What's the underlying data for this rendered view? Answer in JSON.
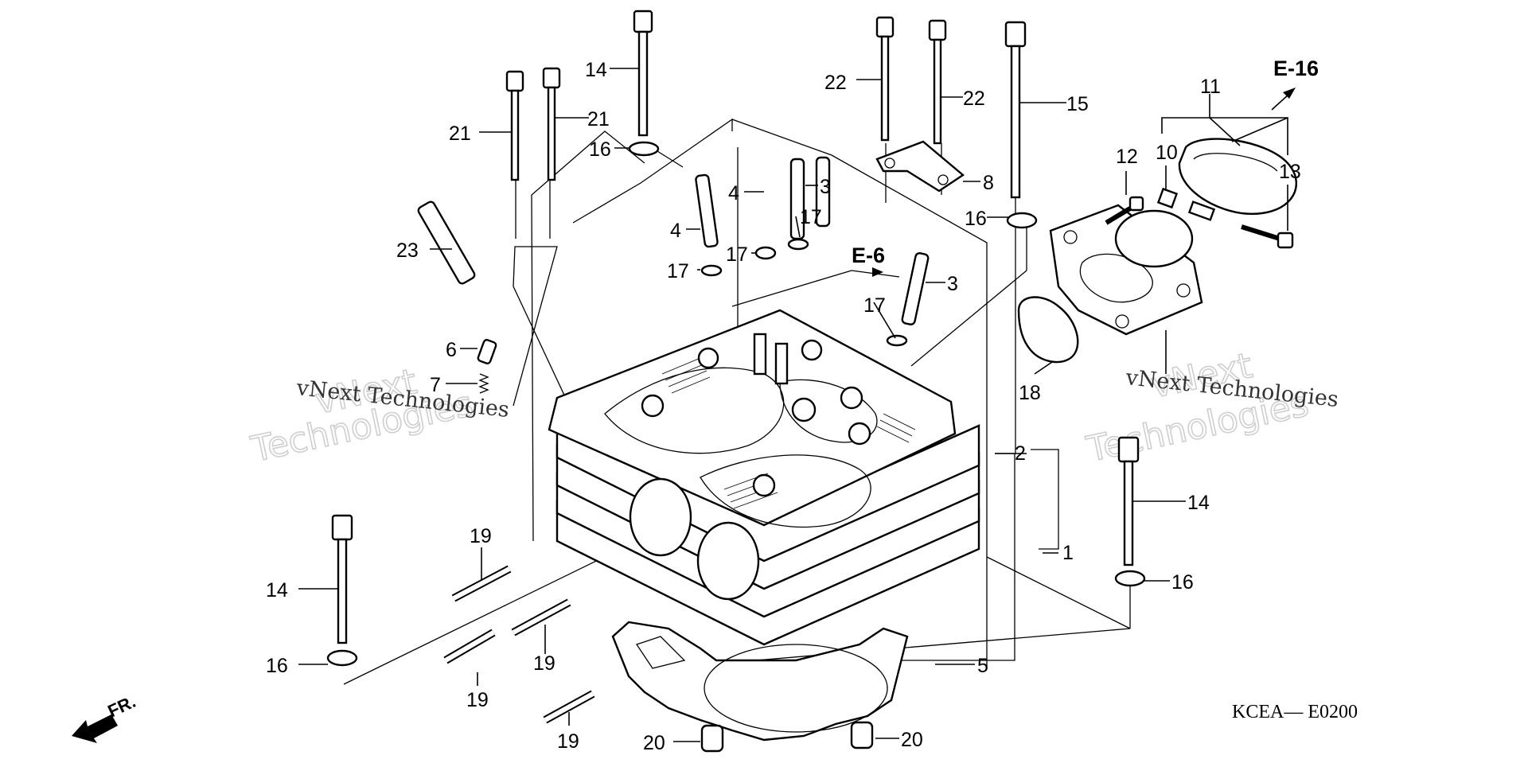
{
  "diagram": {
    "code": "KCEA— E0200",
    "front_label": "FR.",
    "refs": {
      "e16": "E-16",
      "e6": "E-6"
    },
    "watermark": {
      "line1": "vNext",
      "line2": "Technologies",
      "line3": "vNext Technologies"
    },
    "callouts": [
      "14",
      "21",
      "21",
      "16",
      "22",
      "22",
      "15",
      "11",
      "12",
      "10",
      "13",
      "8",
      "4",
      "3",
      "4",
      "17",
      "17",
      "17",
      "3",
      "17",
      "16",
      "23",
      "6",
      "7",
      "18",
      "2",
      "1",
      "14",
      "16",
      "19",
      "14",
      "16",
      "19",
      "19",
      "5",
      "19",
      "20",
      "20"
    ]
  },
  "colors": {
    "ink": "#000000",
    "paper": "#ffffff",
    "watermark": "#cfcfcf"
  }
}
